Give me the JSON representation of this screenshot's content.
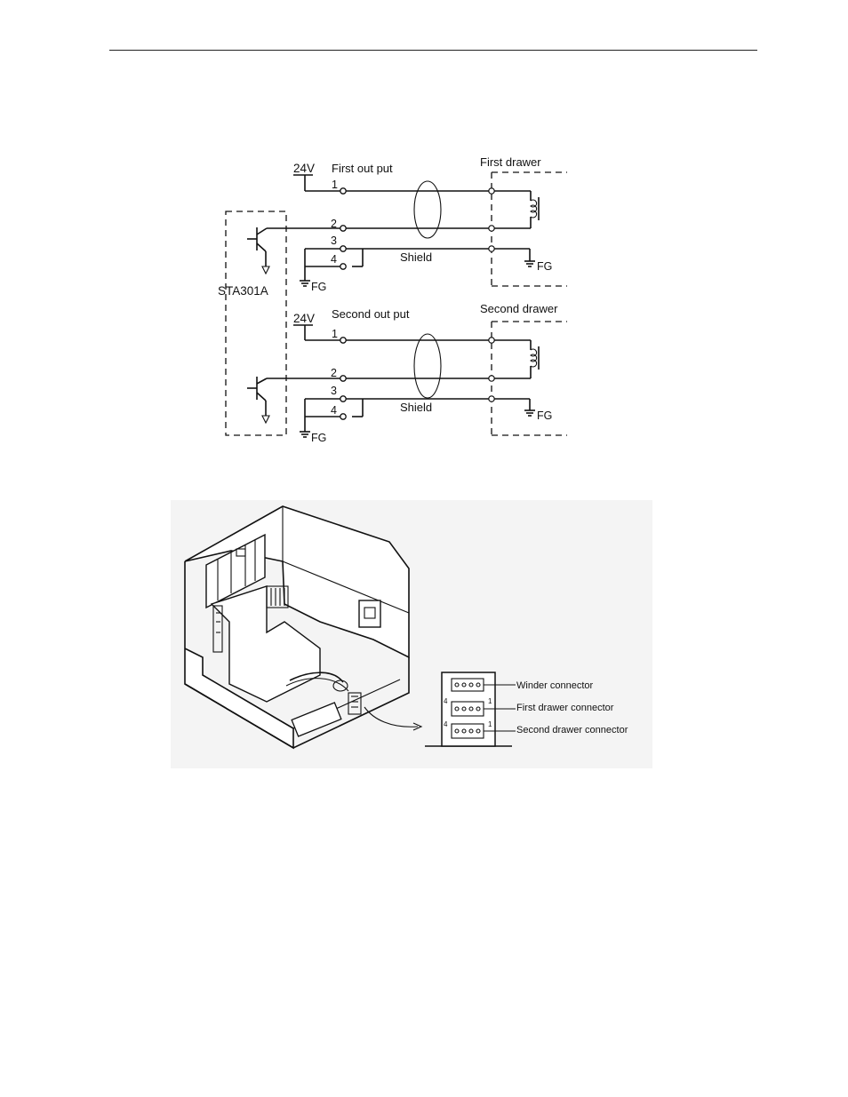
{
  "circuit": {
    "module_label": "STA301A",
    "first": {
      "supply": "24V",
      "output_title": "First out put",
      "drawer_title": "First drawer",
      "pins": [
        "1",
        "2",
        "3",
        "4"
      ],
      "shield": "Shield",
      "ground_left": "FG",
      "ground_right": "FG"
    },
    "second": {
      "supply": "24V",
      "output_title": "Second out put",
      "drawer_title": "Second drawer",
      "pins": [
        "1",
        "2",
        "3",
        "4"
      ],
      "shield": "Shield",
      "ground_left": "FG",
      "ground_right": "FG"
    }
  },
  "printer_figure": {
    "connectors": [
      {
        "label": "Winder connector",
        "pin_left": "",
        "pin_right": ""
      },
      {
        "label": "First drawer connector",
        "pin_left": "4",
        "pin_right": "1"
      },
      {
        "label": "Second drawer connector",
        "pin_left": "4",
        "pin_right": "1"
      }
    ]
  }
}
